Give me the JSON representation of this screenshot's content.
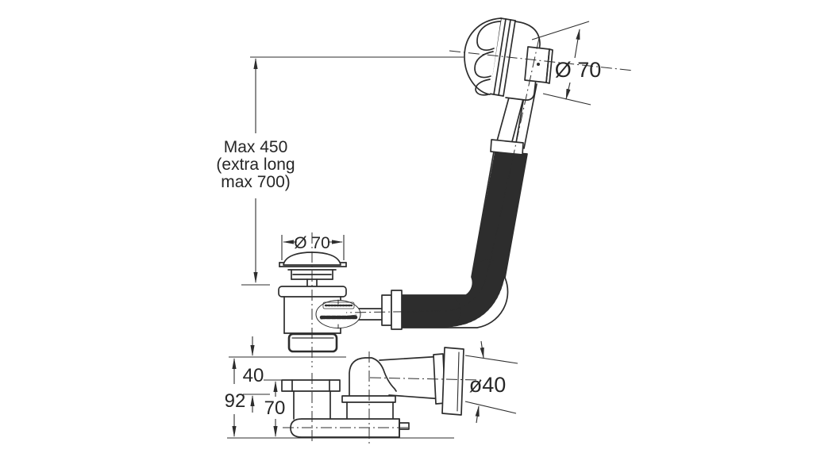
{
  "drawing": {
    "description": "Dimensioned technical side-view drawing of a bath waste, overflow rosette, corrugated hose and trap",
    "background_color": "#ffffff",
    "line_color": "#2d2d2d",
    "dimensions": {
      "overflow_rosette_diameter": "Ø 70",
      "waste_flange_diameter": "Ø 70",
      "hose_max_length_line1": "Max 450",
      "hose_max_length_line2": "(extra long",
      "hose_max_length_line3": "max 700)",
      "flange_to_seal_height": "40",
      "trap_total_height": "92",
      "trap_body_height": "70",
      "outlet_pipe_diameter": "ø40"
    }
  }
}
